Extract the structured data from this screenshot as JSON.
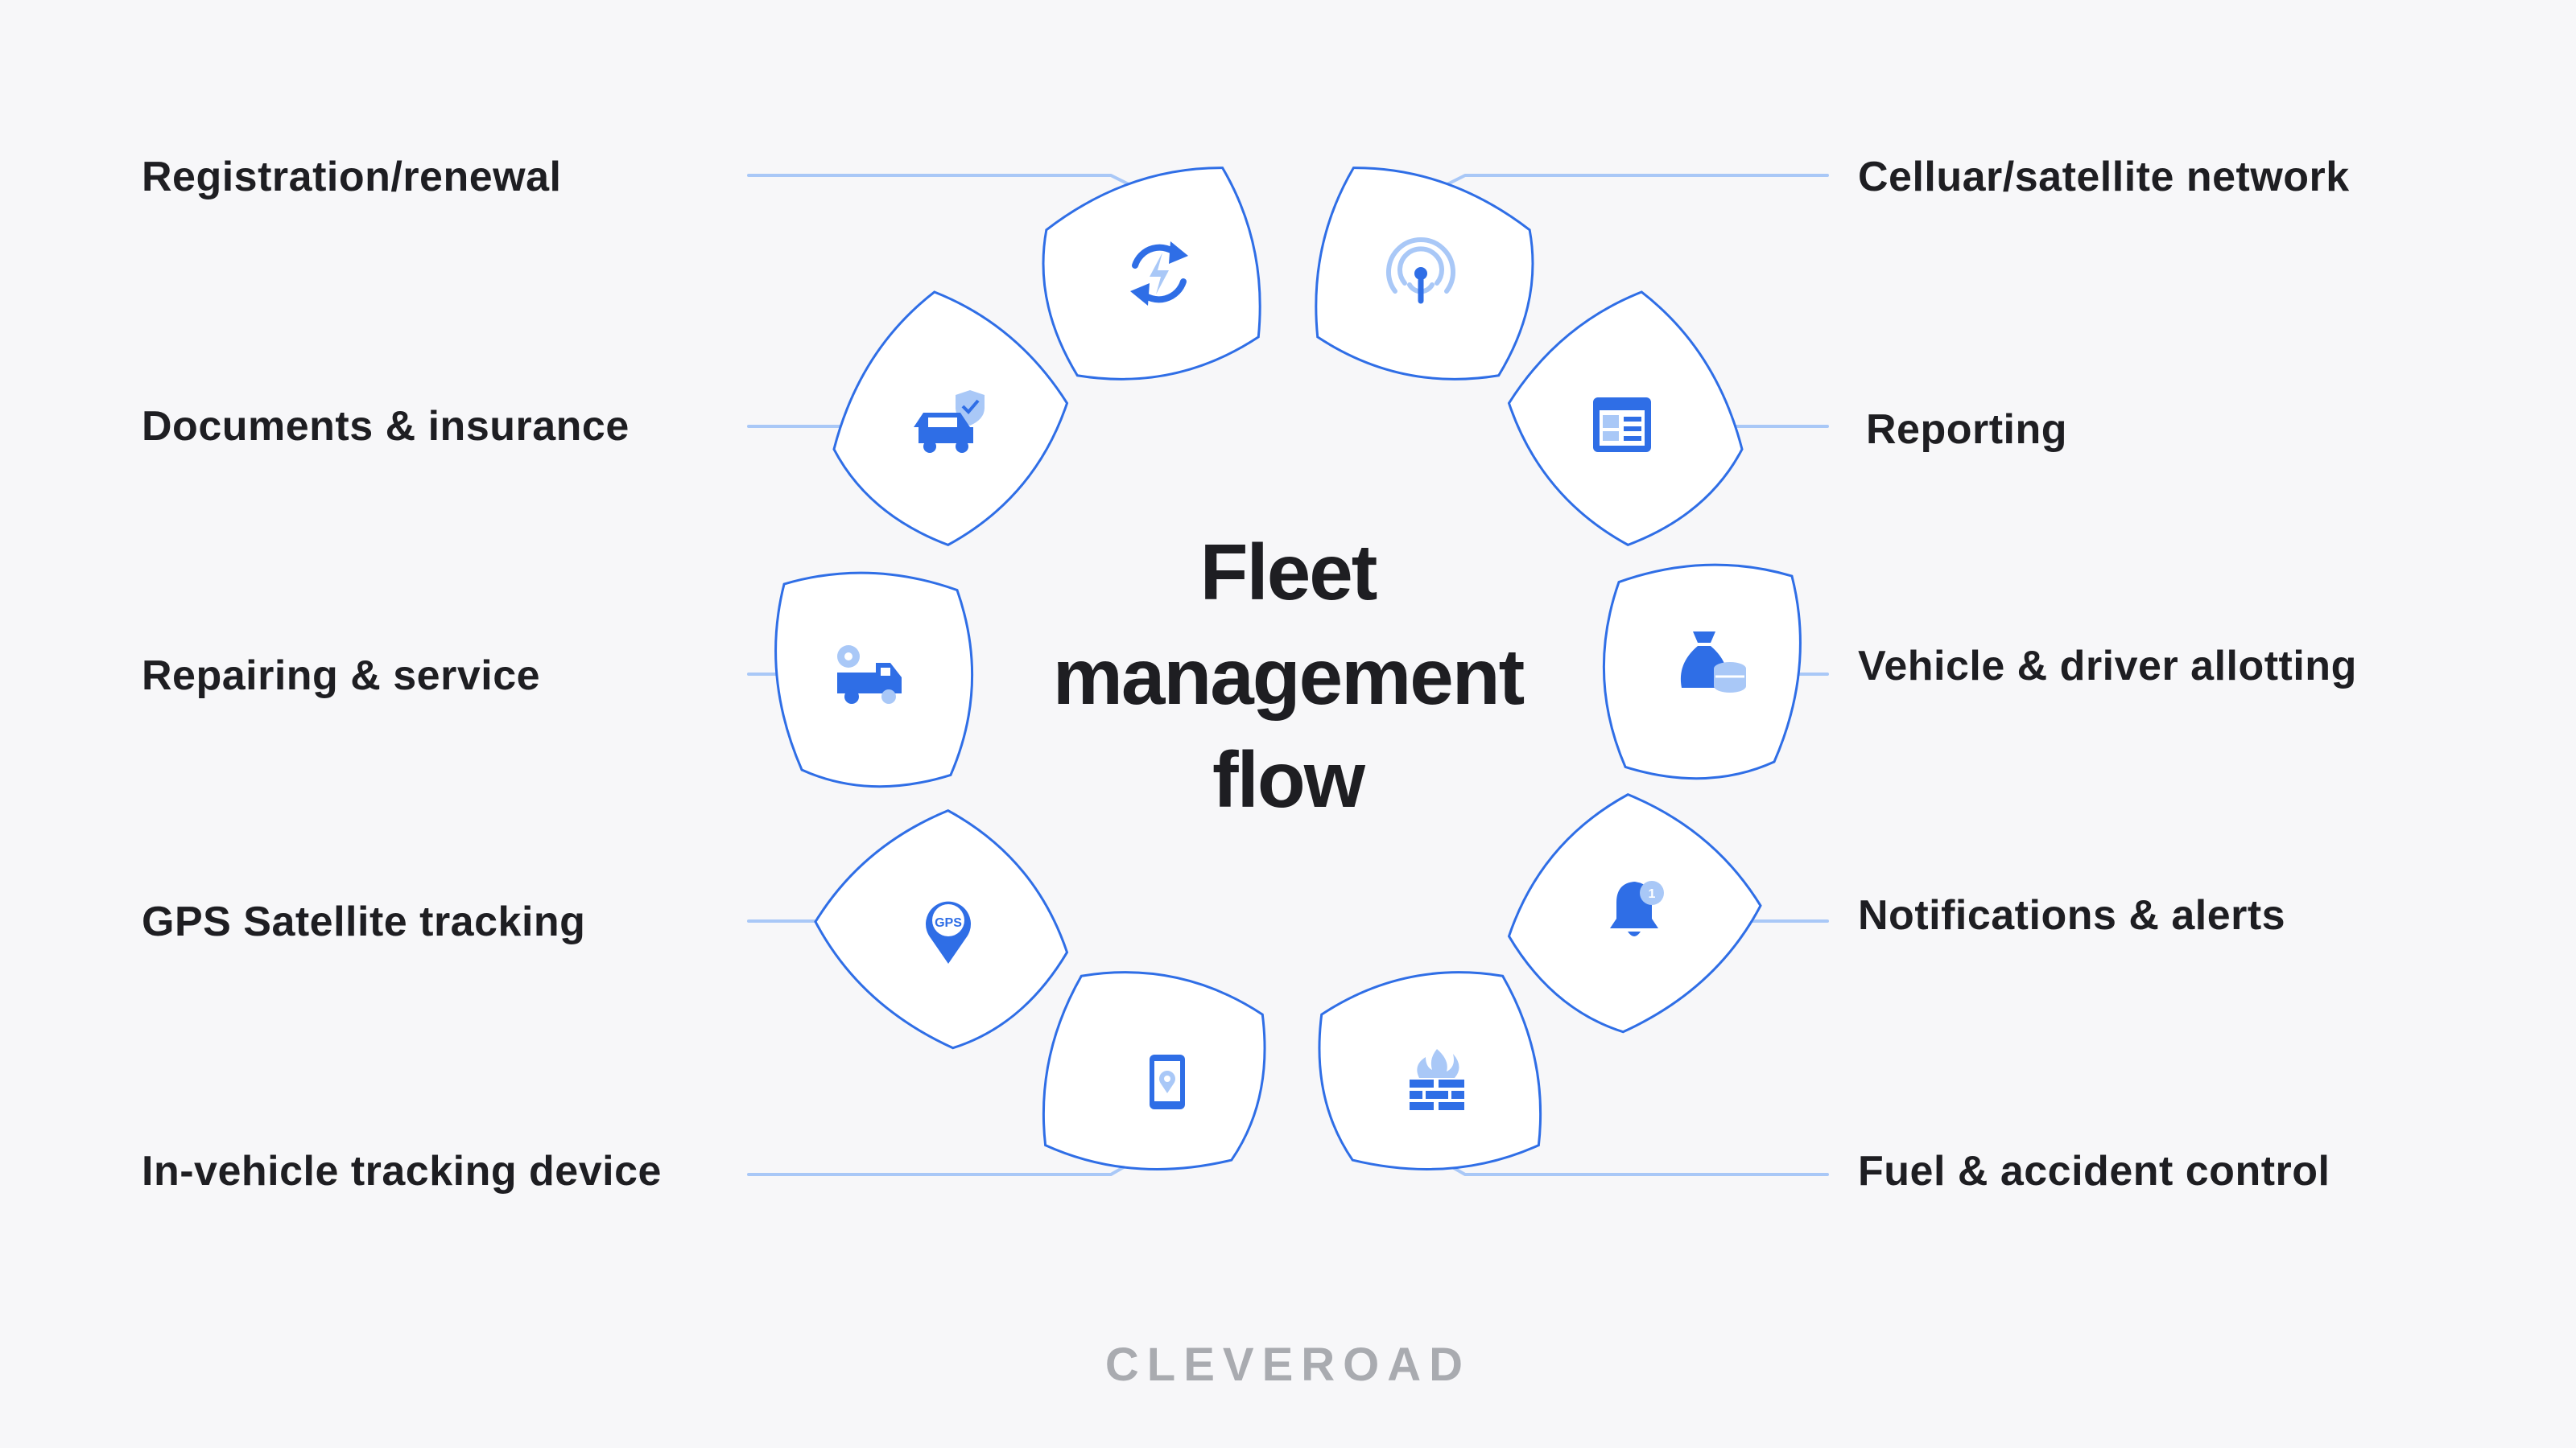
{
  "title": {
    "line1": "Fleet",
    "line2": "management",
    "line3": "flow"
  },
  "left_items": [
    {
      "label": "Registration/renewal",
      "icon": "renewal-icon"
    },
    {
      "label": "Documents & insurance",
      "icon": "insured-car-icon"
    },
    {
      "label": "Repairing & service",
      "icon": "service-truck-icon"
    },
    {
      "label": "GPS Satellite tracking",
      "icon": "gps-pin-icon"
    },
    {
      "label": "In-vehicle tracking device",
      "icon": "tracking-phone-icon"
    }
  ],
  "right_items": [
    {
      "label": "Celluar/satellite network",
      "icon": "antenna-icon"
    },
    {
      "label": "Reporting",
      "icon": "report-dashboard-icon"
    },
    {
      "label": "Vehicle & driver allotting",
      "icon": "money-bag-icon"
    },
    {
      "label": "Notifications & alerts",
      "icon": "bell-icon"
    },
    {
      "label": "Fuel & accident control",
      "icon": "fire-wall-icon"
    }
  ],
  "badge_text": {
    "gps": "GPS",
    "bell": "1"
  },
  "brand": "CLEVEROAD",
  "colors": {
    "background": "#f7f7f9",
    "accent": "#2f6ee6",
    "accent_light": "#a9c8f7",
    "connector": "#a9c8f7",
    "text": "#1e1e22",
    "brand": "#a9abb0"
  }
}
